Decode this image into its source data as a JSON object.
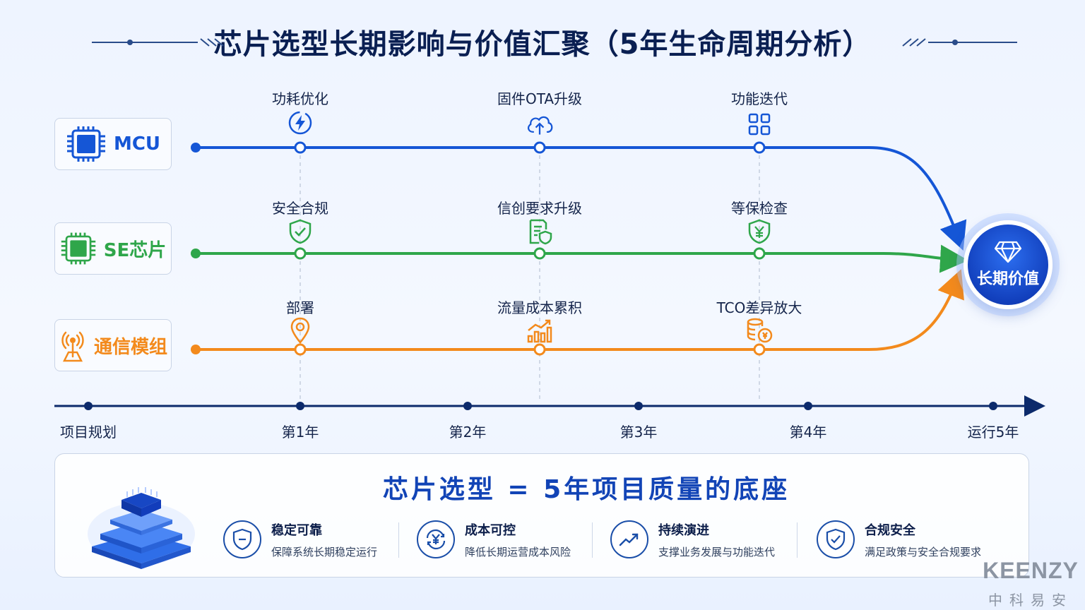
{
  "title": "芯片选型长期影响与价值汇聚（5年生命周期分析）",
  "colors": {
    "mcu": "#1556d6",
    "se": "#2fa64a",
    "comm": "#f38a1c",
    "navy": "#0c2a6b",
    "accent": "#1244b6"
  },
  "rows": [
    {
      "id": "mcu",
      "label": "MCU",
      "icon": "chip-icon"
    },
    {
      "id": "se",
      "label": "SE芯片",
      "icon": "chip-icon"
    },
    {
      "id": "comm",
      "label": "通信模组",
      "icon": "antenna-icon"
    }
  ],
  "milestones": {
    "mcu": [
      {
        "label": "功耗优化",
        "icon": "lightning-icon"
      },
      {
        "label": "固件OTA升级",
        "icon": "cloud-upload-icon"
      },
      {
        "label": "功能迭代",
        "icon": "grid-icon"
      }
    ],
    "se": [
      {
        "label": "安全合规",
        "icon": "shield-check-icon"
      },
      {
        "label": "信创要求升级",
        "icon": "document-shield-icon"
      },
      {
        "label": "等保检查",
        "icon": "shield-yuan-icon"
      }
    ],
    "comm": [
      {
        "label": "部署",
        "icon": "location-pin-icon"
      },
      {
        "label": "流量成本累积",
        "icon": "bar-growth-icon"
      },
      {
        "label": "TCO差异放大",
        "icon": "coins-icon"
      }
    ]
  },
  "timeline": [
    "项目规划",
    "第1年",
    "第2年",
    "第3年",
    "第4年",
    "运行5年"
  ],
  "hub": {
    "label": "长期价值",
    "icon": "diamond-icon"
  },
  "summary": {
    "title": "芯片选型 = 5年项目质量的底座",
    "features": [
      {
        "title": "稳定可靠",
        "desc": "保障系统长期稳定运行",
        "icon": "shield-minus-icon"
      },
      {
        "title": "成本可控",
        "desc": "降低长期运营成本风险",
        "icon": "yuan-cycle-icon"
      },
      {
        "title": "持续演进",
        "desc": "支撑业务发展与功能迭代",
        "icon": "trend-up-icon"
      },
      {
        "title": "合规安全",
        "desc": "满足政策与安全合规要求",
        "icon": "shield-check-icon"
      }
    ]
  },
  "brand": {
    "name": "KEENZY",
    "name_cn": "中科易安"
  }
}
